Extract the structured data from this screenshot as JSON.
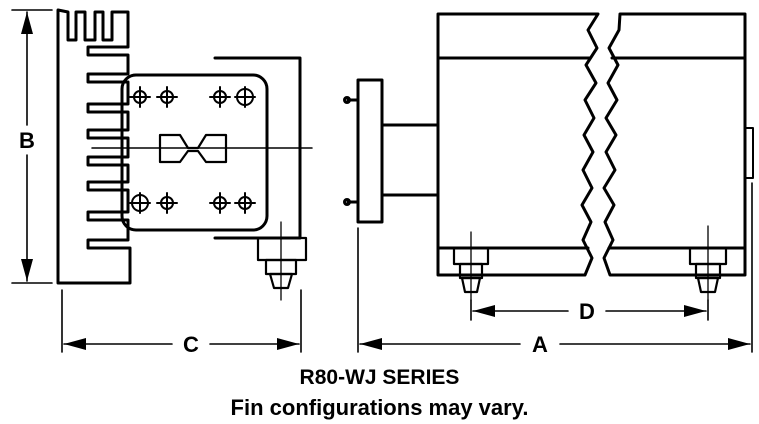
{
  "caption": {
    "line1": "R80-WJ SERIES",
    "line2": "Fin configurations may vary."
  },
  "dimensions": {
    "a": "A",
    "b": "B",
    "c": "C",
    "d": "D"
  }
}
